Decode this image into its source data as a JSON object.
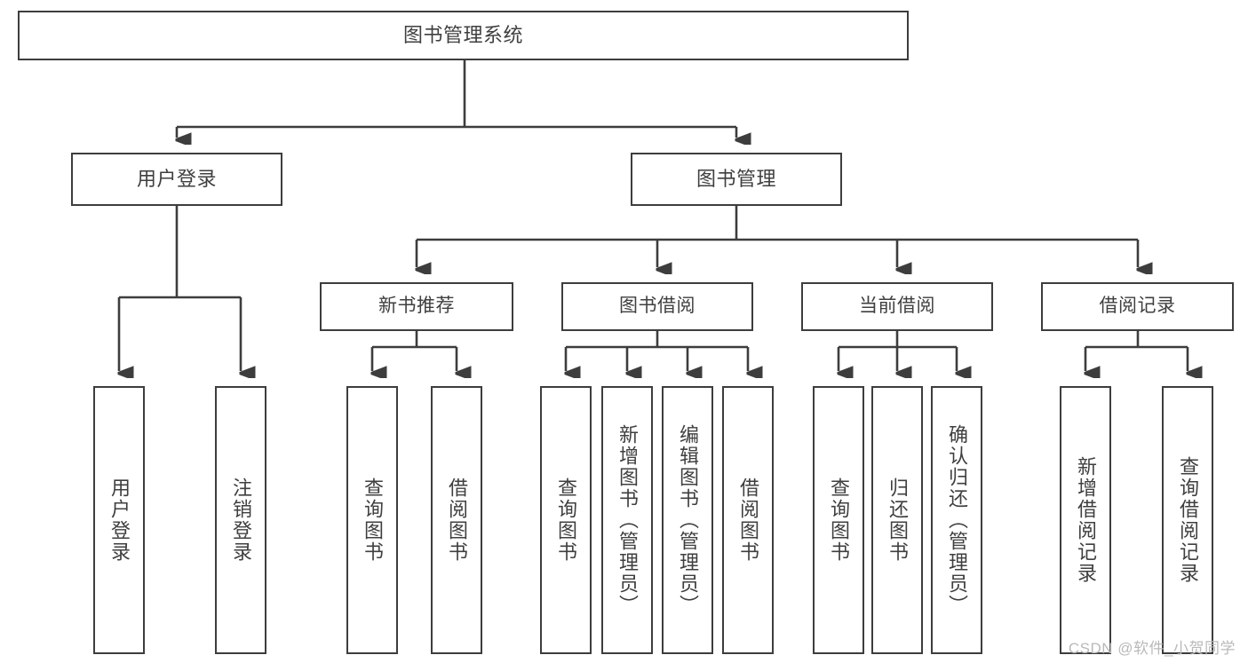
{
  "diagram": {
    "type": "tree",
    "title": "图书管理系统",
    "stroke_color": "#3d3d3d",
    "text_color": "#3f3f3f",
    "background_color": "#ffffff",
    "nodes": {
      "root": {
        "label": "图书管理系统"
      },
      "level1": [
        {
          "id": "user-login",
          "label": "用户登录"
        },
        {
          "id": "book-manage",
          "label": "图书管理"
        }
      ],
      "level2": [
        {
          "id": "new-book-recommend",
          "label": "新书推荐",
          "parent": "book-manage"
        },
        {
          "id": "book-borrow",
          "label": "图书借阅",
          "parent": "book-manage"
        },
        {
          "id": "current-borrow",
          "label": "当前借阅",
          "parent": "book-manage"
        },
        {
          "id": "borrow-record",
          "label": "借阅记录",
          "parent": "book-manage"
        }
      ],
      "leaves": [
        {
          "id": "leaf-user-login",
          "label": "用户登录",
          "parent": "user-login"
        },
        {
          "id": "leaf-logout-login",
          "label": "注销登录",
          "parent": "user-login"
        },
        {
          "id": "leaf-query-book-1",
          "label": "查询图书",
          "parent": "new-book-recommend"
        },
        {
          "id": "leaf-borrow-book-1",
          "label": "借阅图书",
          "parent": "new-book-recommend"
        },
        {
          "id": "leaf-query-book-2",
          "label": "查询图书",
          "parent": "book-borrow"
        },
        {
          "id": "leaf-add-book",
          "label": "新增图书（管理员）",
          "parent": "book-borrow"
        },
        {
          "id": "leaf-edit-book",
          "label": "编辑图书（管理员）",
          "parent": "book-borrow"
        },
        {
          "id": "leaf-borrow-book-2",
          "label": "借阅图书",
          "parent": "book-borrow"
        },
        {
          "id": "leaf-query-book-3",
          "label": "查询图书",
          "parent": "current-borrow"
        },
        {
          "id": "leaf-return-book",
          "label": "归还图书",
          "parent": "current-borrow"
        },
        {
          "id": "leaf-confirm-return",
          "label": "确认归还（管理员）",
          "parent": "current-borrow"
        },
        {
          "id": "leaf-add-record",
          "label": "新增借阅记录",
          "parent": "borrow-record"
        },
        {
          "id": "leaf-query-record",
          "label": "查询借阅记录",
          "parent": "borrow-record"
        }
      ]
    }
  },
  "watermark": {
    "text": "CSDN @软件_小贺同学"
  }
}
